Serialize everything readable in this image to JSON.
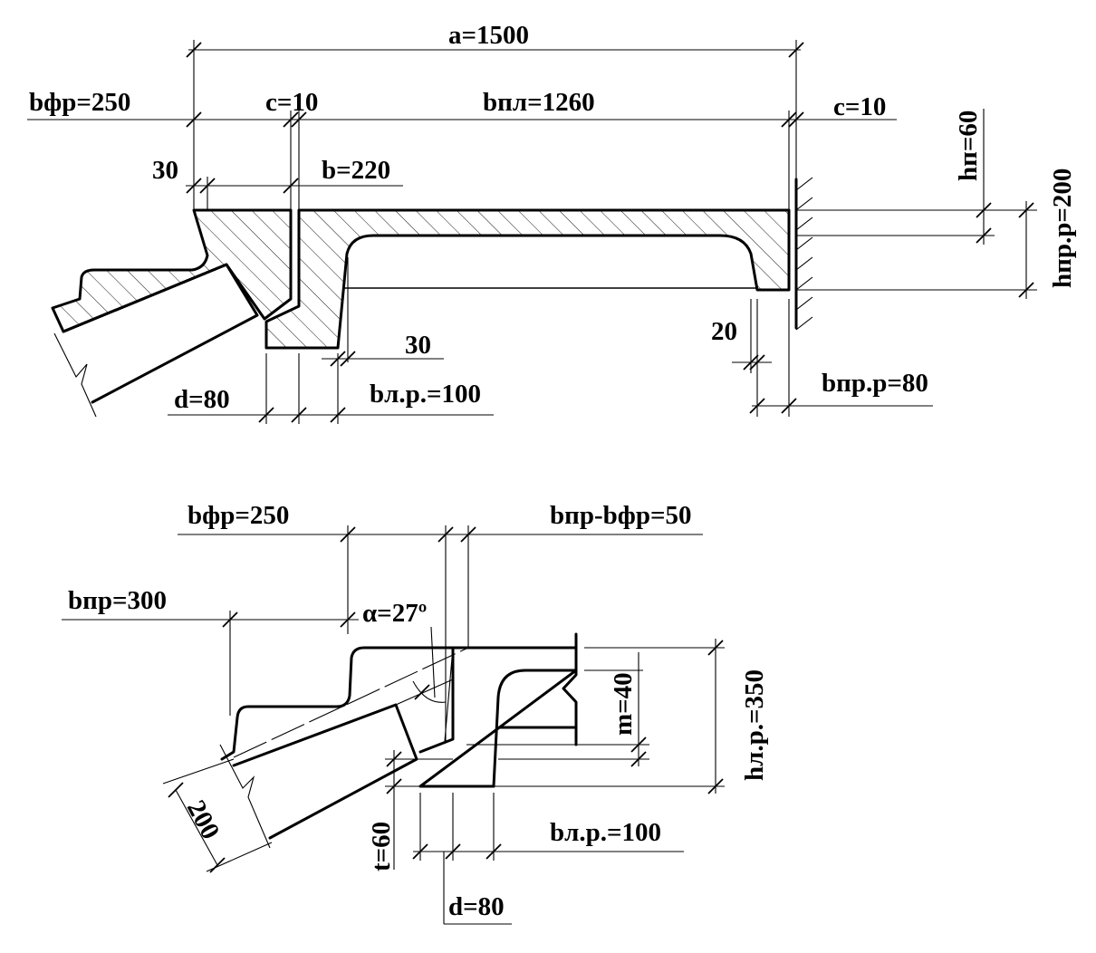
{
  "top_view": {
    "a": "a=1500",
    "b_fr": "bфр=250",
    "c_left": "c=10",
    "b_pl": "bпл=1260",
    "c_right": "c=10",
    "h_p": "hп=60",
    "h_pr_r": "hпр.р=200",
    "dim_30_top": "30",
    "b": "b=220",
    "dim_30_bottom": "30",
    "dim_20": "20",
    "d": "d=80",
    "b_l_r": "bл.р.=100",
    "b_pr_r": "bпр.р=80"
  },
  "bottom_view": {
    "b_fr": "bфр=250",
    "b_pr_minus_b_fr": "bпр-bфр=50",
    "b_pr": "bпр=300",
    "alpha": "α=27º",
    "m": "m=40",
    "h_l_r": "hл.р.=350",
    "dim_200": "200",
    "t": "t=60",
    "b_l_r": "bл.р.=100",
    "d": "d=80"
  }
}
